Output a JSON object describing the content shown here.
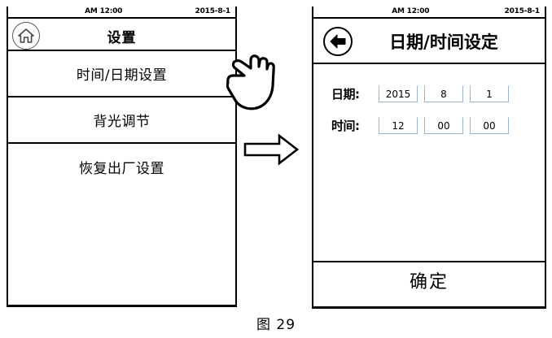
{
  "figure": {
    "caption": "图 29"
  },
  "colors": {
    "outline": "#000000",
    "field_border": "#9db2c6",
    "background": "#ffffff"
  },
  "panels": {
    "settings": {
      "statusbar": {
        "time": "AM 12:00",
        "date": "2015-8-1"
      },
      "header": {
        "home_icon": "home-icon",
        "title": "设置"
      },
      "menu_items": [
        {
          "label": "时间/日期设置"
        },
        {
          "label": "背光调节"
        },
        {
          "label": "恢复出厂设置"
        }
      ]
    },
    "datetime": {
      "statusbar": {
        "time": "AM 12:00",
        "date": "2015-8-1"
      },
      "header": {
        "back_icon": "back-arrow-icon",
        "title": "日期/时间设定"
      },
      "rows": [
        {
          "label": "日期:",
          "fields": [
            {
              "name": "year",
              "value": "2015"
            },
            {
              "name": "month",
              "value": "8"
            },
            {
              "name": "day",
              "value": "1"
            }
          ]
        },
        {
          "label": "时间:",
          "fields": [
            {
              "name": "hour",
              "value": "12"
            },
            {
              "name": "minute",
              "value": "00"
            },
            {
              "name": "second",
              "value": "00"
            }
          ]
        }
      ],
      "confirm_label": "确定"
    }
  },
  "annotations": {
    "hand_cursor": "pointing-hand-icon",
    "flow_arrow": "right-arrow-icon"
  }
}
